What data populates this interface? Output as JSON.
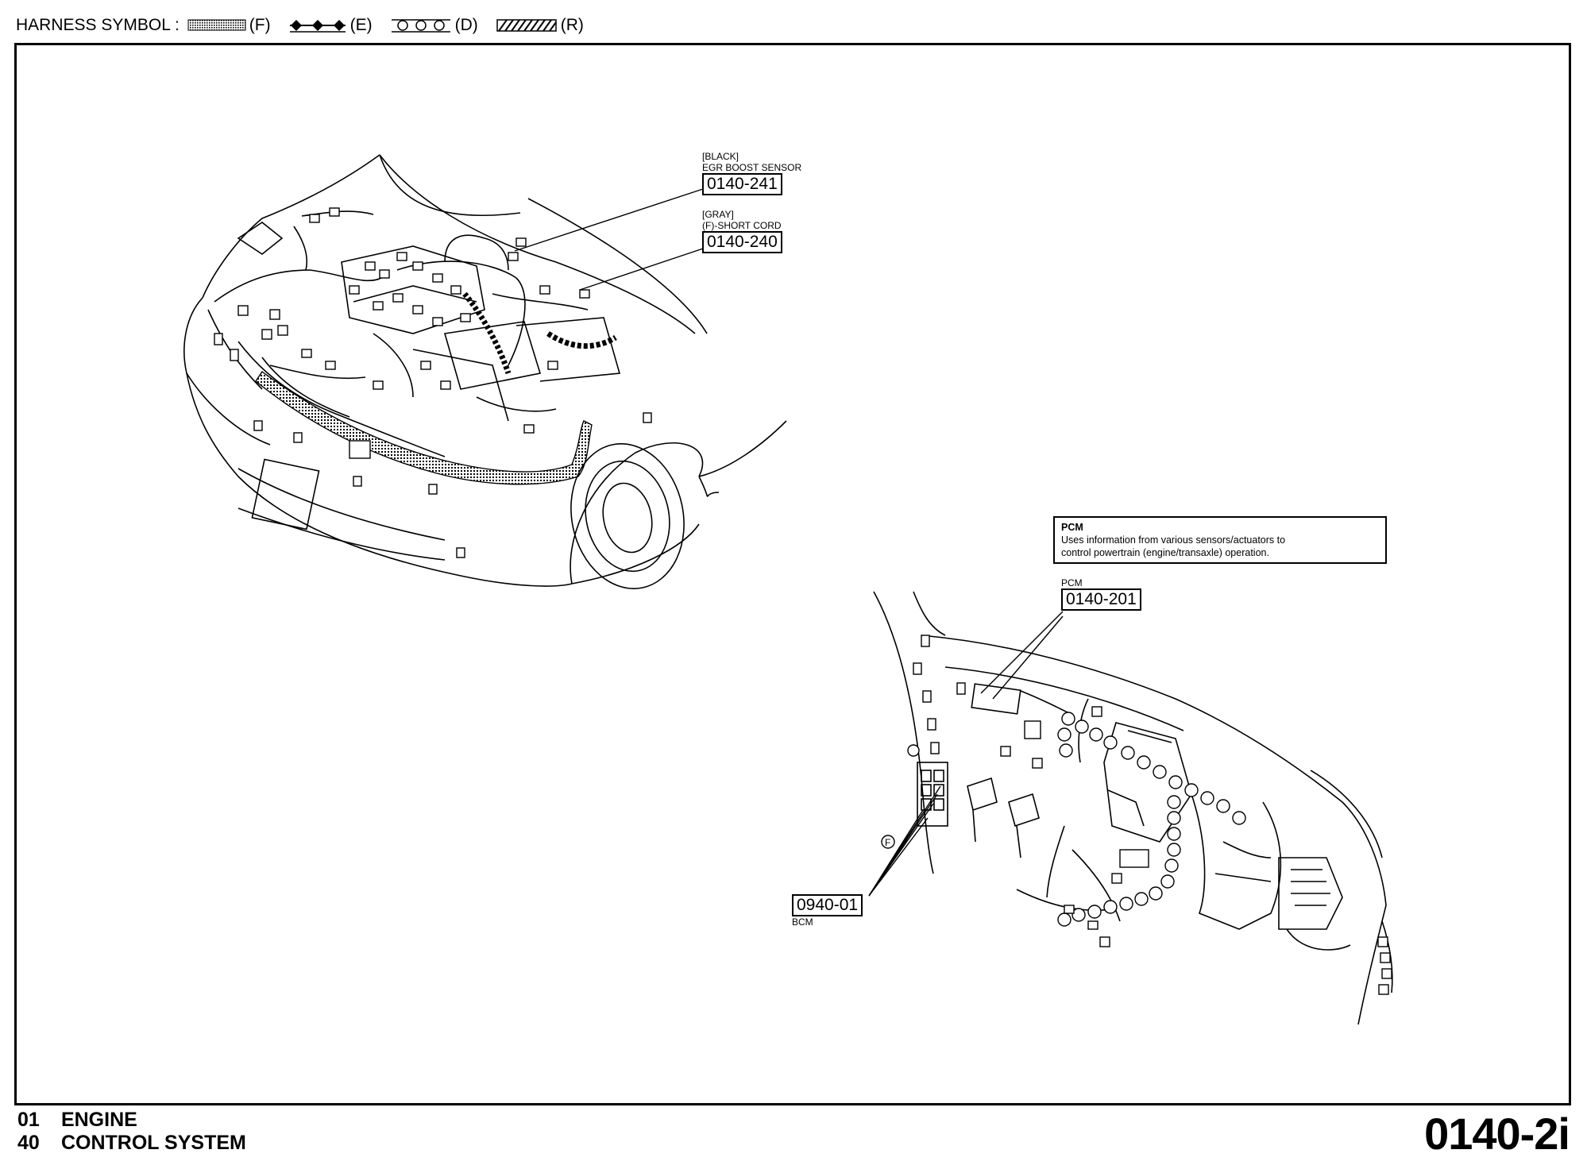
{
  "header": {
    "label": "HARNESS SYMBOL :",
    "symbols": [
      {
        "icon": "dotted-harness-icon",
        "code": "(F)"
      },
      {
        "icon": "diamond-harness-icon",
        "code": "(E)"
      },
      {
        "icon": "circle-harness-icon",
        "code": "(D)"
      },
      {
        "icon": "hatched-harness-icon",
        "code": "(R)"
      }
    ]
  },
  "callouts": {
    "egr": {
      "color": "[BLACK]",
      "name": "EGR BOOST SENSOR",
      "code": "0140-241"
    },
    "short_cord": {
      "color": "[GRAY]",
      "name": "(F)-SHORT CORD",
      "code": "0140-240"
    },
    "pcm_desc": {
      "title": "PCM",
      "line1": "Uses information from various sensors/actuators to",
      "line2": "control powertrain (engine/transaxle) operation."
    },
    "pcm": {
      "name": "PCM",
      "code": "0140-201"
    },
    "bcm": {
      "code": "0940-01",
      "name": "BCM"
    },
    "f_marker": "F"
  },
  "footer": {
    "section": {
      "num": "01",
      "label": "ENGINE"
    },
    "subsection": {
      "num": "40",
      "label": "CONTROL SYSTEM"
    },
    "page_number": "0140-2i"
  }
}
